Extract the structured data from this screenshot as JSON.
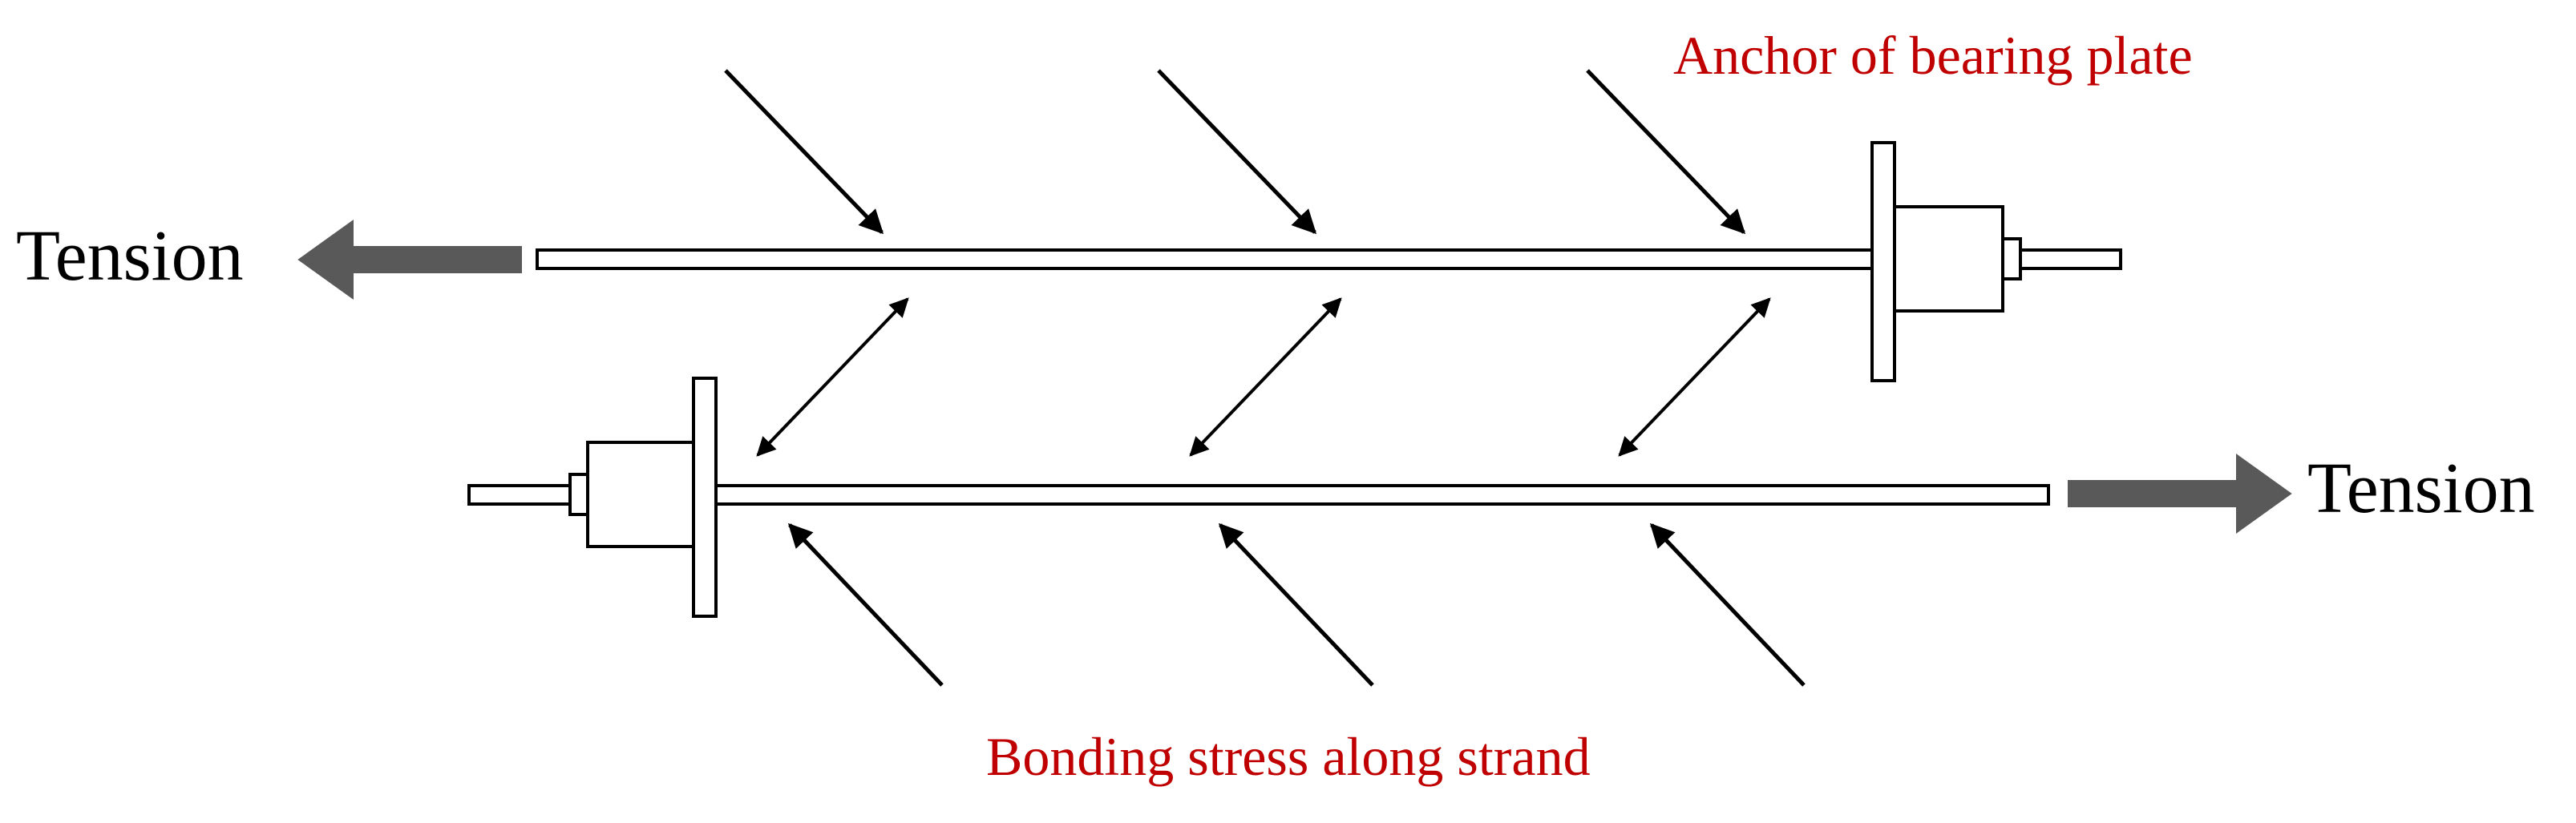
{
  "labels": {
    "tension_left": "Tension",
    "tension_right": "Tension",
    "anchor": "Anchor of bearing plate",
    "bonding": "Bonding stress along strand"
  },
  "colors": {
    "line": "#000000",
    "strand_fill": "#ffffff",
    "tension_arrow": "#595959",
    "annotation_text": "#c00000",
    "label_text": "#000000"
  }
}
